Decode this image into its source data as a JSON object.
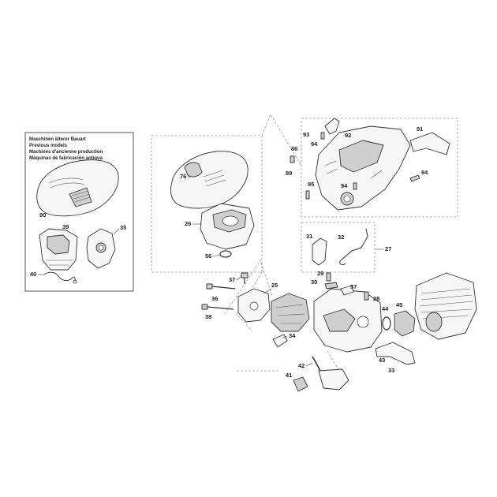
{
  "legend": {
    "lines": [
      "Maschinen älterer Bauart",
      "Previous models",
      "Machines d'ancienne production",
      "Máquinas de fabricación antigua"
    ]
  },
  "callouts": {
    "c25": "25",
    "c26": "26",
    "c27": "27",
    "c28": "28",
    "c29": "29",
    "c30": "30",
    "c31": "31",
    "c32": "32",
    "c33": "33",
    "c34": "34",
    "c35": "35",
    "c36": "36",
    "c37": "37",
    "c38": "38",
    "c39": "39",
    "c40": "40",
    "c41": "41",
    "c42": "42",
    "c43": "43",
    "c44": "44",
    "c45": "45",
    "c56": "56",
    "c57": "57",
    "c76": "76",
    "c86": "86",
    "c89": "89",
    "c90": "90",
    "c91": "91",
    "c92": "92",
    "c93": "93",
    "c94a": "94",
    "c94b": "94",
    "c94c": "94",
    "c95": "95"
  }
}
